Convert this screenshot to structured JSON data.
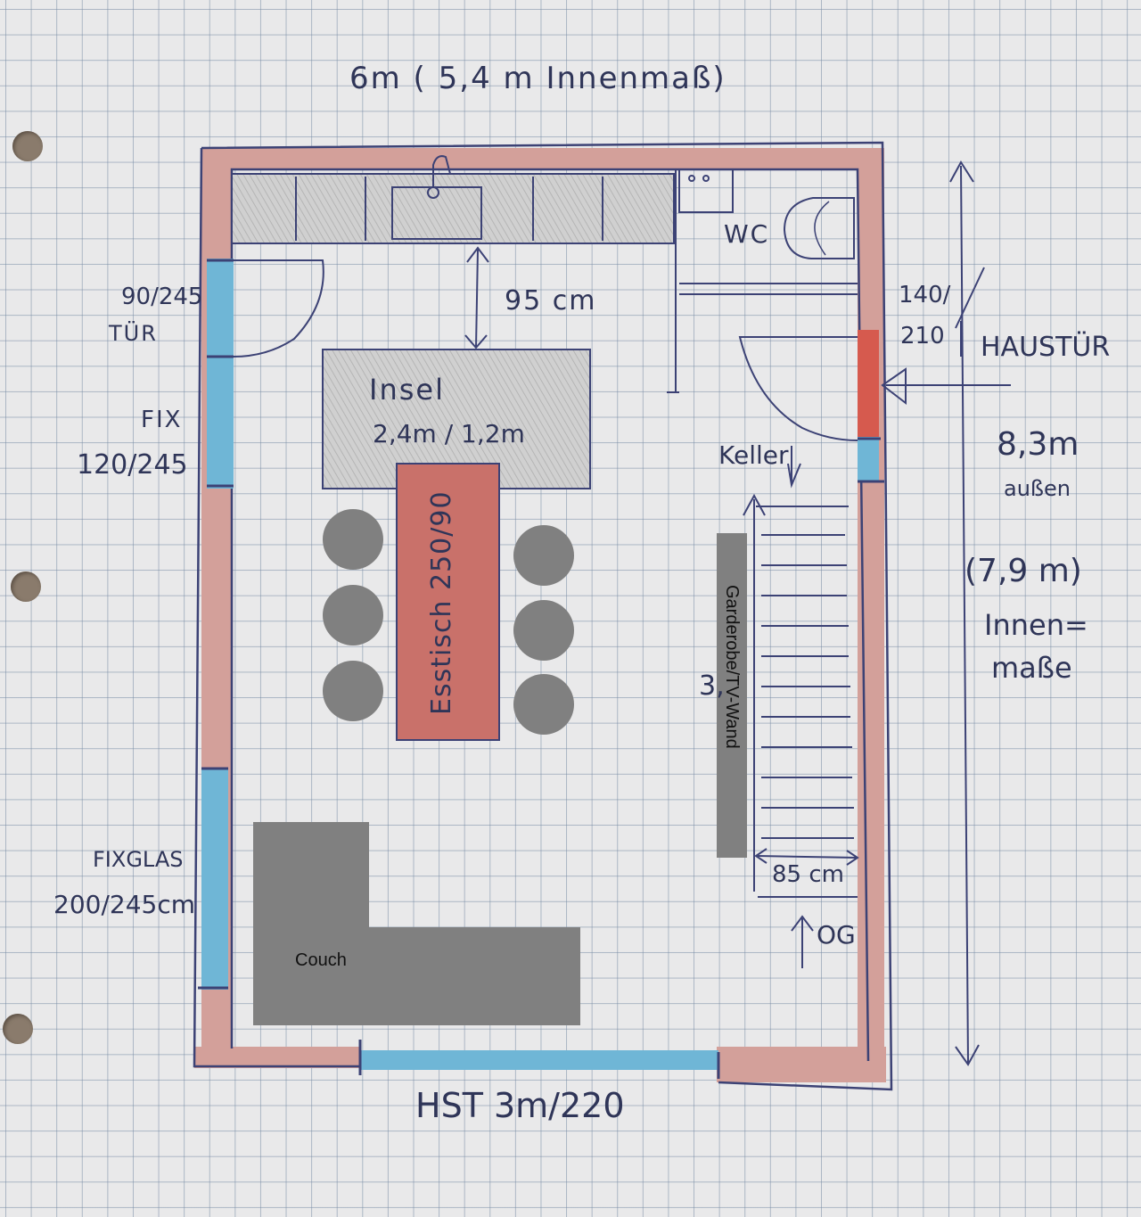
{
  "labels": {
    "width_top": "6m ( 5,4 m Innenmaß)",
    "kitchen_gap": "95 cm",
    "island_title": "Insel",
    "island_size": "2,4m / 1,2m",
    "dining_table": "Esstisch 250/90",
    "wc": "WC",
    "door_left_size": "90/245",
    "door_left_label": "TÜR",
    "fix_label": "FIX",
    "fix_size": "120/245",
    "fixglas_label": "FIXGLAS",
    "fixglas_size": "200/245cm",
    "haustuer_size_1": "140/",
    "haustuer_size_2": "210",
    "haustuer_label": "HAUSTÜR",
    "depth_outer_value": "8,3m",
    "depth_outer_label": "außen",
    "depth_inner_value": "(7,9 m)",
    "depth_inner_label_1": "Innen=",
    "depth_inner_label_2": "maße",
    "keller": "Keller",
    "stairs_width": "85 cm",
    "og": "OG",
    "stair_fragment": "3,",
    "hst": "HST 3m/220",
    "couch": "Couch",
    "garderobe": "Garderobe/TV-Wand"
  },
  "colors": {
    "wall": "#d3a09a",
    "wall_outline": "#3c4275",
    "glass": "#6fb6d6",
    "haustuer": "#d65a4e",
    "pencil_fill": "#c9c9c9",
    "dining_table": "#c9716a",
    "furniture_gray": "#808080",
    "ink": "#2f3558"
  },
  "icons": [
    "sink-icon",
    "toilet-icon",
    "door-swing-icon",
    "entry-arrow-icon",
    "up-arrow-icon",
    "dimension-arrow-icon"
  ]
}
